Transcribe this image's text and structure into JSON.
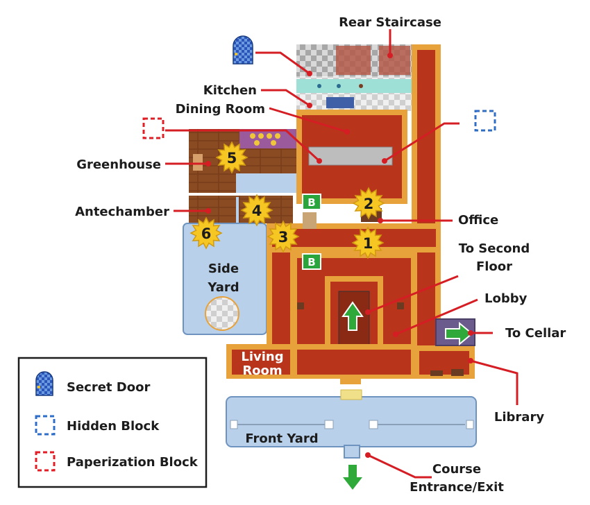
{
  "colors": {
    "wall_gold": "#e7a23b",
    "floor_red": "#b8341b",
    "yard_blue": "#b9d0ea",
    "leader_red": "#d51d24",
    "hidden_blue": "#2f6ec7",
    "paper_red": "#e11d25",
    "block_green": "#2aa53b",
    "star_yellow": "#f6c623",
    "arrow_green": "#2faa3a"
  },
  "rooms": {
    "side_yard_line1": "Side",
    "side_yard_line2": "Yard",
    "living_room_line1": "Living",
    "living_room_line2": "Room",
    "front_yard": "Front Yard"
  },
  "callouts": {
    "rear_staircase": "Rear Staircase",
    "kitchen": "Kitchen",
    "dining_room": "Dining Room",
    "greenhouse": "Greenhouse",
    "antechamber": "Antechamber",
    "office": "Office",
    "to_second_floor_line1": "To Second",
    "to_second_floor_line2": "Floor",
    "lobby": "Lobby",
    "to_cellar": "To Cellar",
    "library": "Library",
    "course_line1": "Course",
    "course_line2": "Entrance/Exit"
  },
  "markers": [
    {
      "id": "1",
      "icon": "star-marker-icon"
    },
    {
      "id": "2",
      "icon": "star-marker-icon"
    },
    {
      "id": "3",
      "icon": "star-marker-icon"
    },
    {
      "id": "4",
      "icon": "star-marker-icon"
    },
    {
      "id": "5",
      "icon": "star-marker-icon"
    },
    {
      "id": "6",
      "icon": "star-marker-icon"
    }
  ],
  "blocks": {
    "b_upper": "B",
    "b_lower": "B"
  },
  "legend": {
    "items": [
      {
        "label": "Secret Door",
        "icon": "secret-door-icon"
      },
      {
        "label": "Hidden Block",
        "icon": "hidden-block-icon"
      },
      {
        "label": "Paperization Block",
        "icon": "paperization-block-icon"
      }
    ]
  }
}
